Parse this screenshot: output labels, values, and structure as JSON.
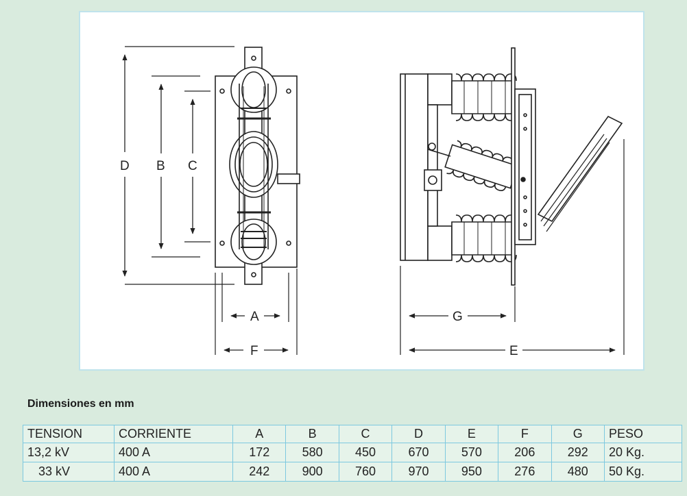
{
  "drawing": {
    "labels": {
      "A": "A",
      "B": "B",
      "C": "C",
      "D": "D",
      "E": "E",
      "F": "F",
      "G": "G"
    }
  },
  "section_title": "Dimensiones en mm",
  "table": {
    "headers": [
      "TENSION",
      "CORRIENTE",
      "A",
      "B",
      "C",
      "D",
      "E",
      "F",
      "G",
      "PESO"
    ],
    "rows": [
      [
        "13,2 kV",
        "400 A",
        "172",
        "580",
        "450",
        "670",
        "570",
        "206",
        "292",
        "20 Kg."
      ],
      [
        "33 kV",
        "400 A",
        "242",
        "900",
        "760",
        "970",
        "950",
        "276",
        "480",
        "50 Kg."
      ]
    ]
  },
  "colors": {
    "page_background": "#d9ebde",
    "panel_border": "#bfe3ec",
    "table_border": "#7cc8df",
    "line": "#222222"
  }
}
